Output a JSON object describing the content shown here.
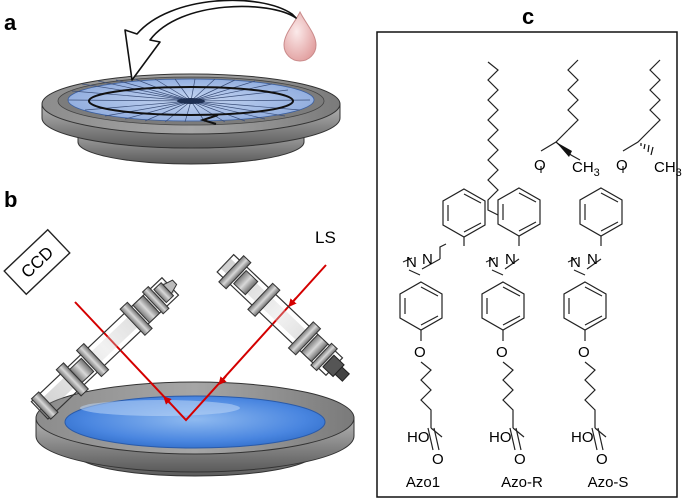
{
  "panels": {
    "a": {
      "letter": "a"
    },
    "b": {
      "letter": "b",
      "detector_label": "CCD",
      "source_label": "LS"
    },
    "c": {
      "letter": "c",
      "molecules": [
        {
          "name": "Azo1",
          "terminal_group": "HO"
        },
        {
          "name": "Azo-R",
          "methyl_label": "CH3",
          "terminal_group": "HO"
        },
        {
          "name": "Azo-S",
          "methyl_label": "CH3",
          "terminal_group": "HO"
        }
      ]
    }
  },
  "colors": {
    "trough_gray": "#8a8a8a",
    "water_blue": "#5b8fd6",
    "film_blue": "#9bb5e3",
    "laser_red": "#d40000",
    "droplet_pink": "#e8b4b4"
  }
}
